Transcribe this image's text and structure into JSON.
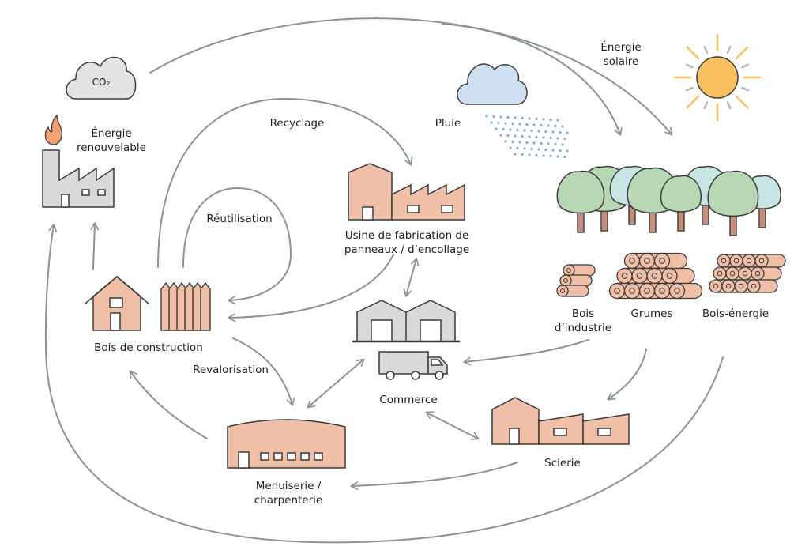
{
  "labels": {
    "co2": "CO₂",
    "energie_renouvelable": [
      "Énergie",
      "renouvelable"
    ],
    "recyclage": "Recyclage",
    "reutilisation": "Réutilisation",
    "usine": [
      "Usine de fabrication de",
      "panneaux / d’encollage"
    ],
    "pluie": "Pluie",
    "energie_solaire": [
      "Énergie",
      "solaire"
    ],
    "bois_construction": "Bois de construction",
    "revalorisation": "Revalorisation",
    "commerce": "Commerce",
    "bois_industrie": [
      "Bois",
      "d’industrie"
    ],
    "grumes": "Grumes",
    "bois_energie": "Bois-énergie",
    "scierie": "Scierie",
    "menuiserie": [
      "Menuiserie /",
      "charpenterie"
    ]
  },
  "colors": {
    "arrow": "#8a9590",
    "outline": "#3b3b3b",
    "wood_building": "#efbfa7",
    "gray_building": "#d9d9d9",
    "cloud_gray": "#e3e3e3",
    "cloud_blue": "#cfe0f2",
    "rain": "#7fb0dc",
    "sun": "#f8c060",
    "sun_rays": "#f8c060",
    "tree_green": "#b7d7b5",
    "tree_teal": "#c7e6e3",
    "trunk": "#c98d7e",
    "log": "#efbfa7",
    "flame": "#f4a26f"
  },
  "icons": [
    "co2-cloud-icon",
    "rain-cloud-icon",
    "sun-icon",
    "factory-icon",
    "flame-icon",
    "panel-factory-icon",
    "house-icon",
    "fence-icon",
    "warehouse-icon",
    "truck-icon",
    "forest-icon",
    "log-icon",
    "sawmill-icon",
    "carpentry-icon"
  ]
}
